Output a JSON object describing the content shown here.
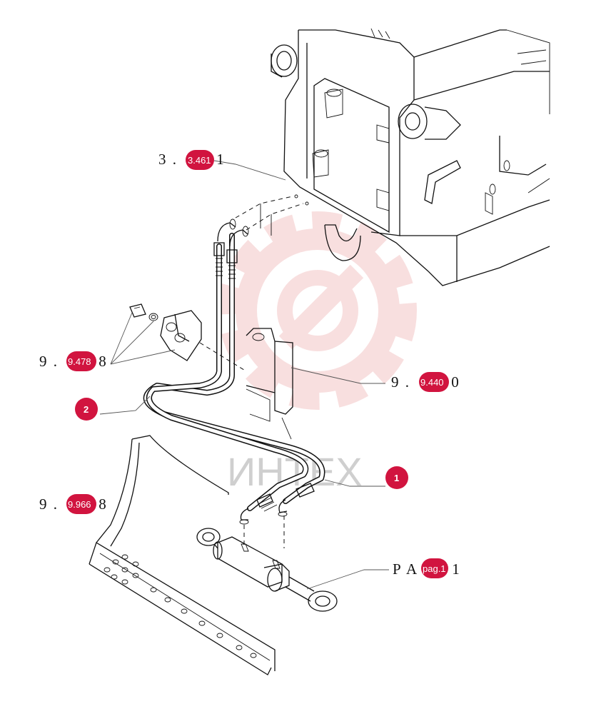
{
  "callouts": {
    "c1": {
      "prefix": "3 . ",
      "code": "3.461",
      "suffix": " 1"
    },
    "c2": {
      "prefix": "9 . ",
      "code": "9.478",
      "suffix": " 8"
    },
    "c3": {
      "prefix": "9 . ",
      "code": "9.440",
      "suffix": " 0"
    },
    "c4": {
      "prefix": "9 . ",
      "code": "9.966",
      "suffix": " 8"
    },
    "c5": {
      "prefix": "P A ",
      "code": "pag.1",
      "suffix": " 1"
    }
  },
  "items": {
    "item1": "1",
    "item2": "2"
  },
  "watermark": {
    "text": "ИНТЕХ"
  },
  "colors": {
    "badge": "#d1143f",
    "watermark_gear": "#f3c6c6",
    "ink": "#111111"
  }
}
